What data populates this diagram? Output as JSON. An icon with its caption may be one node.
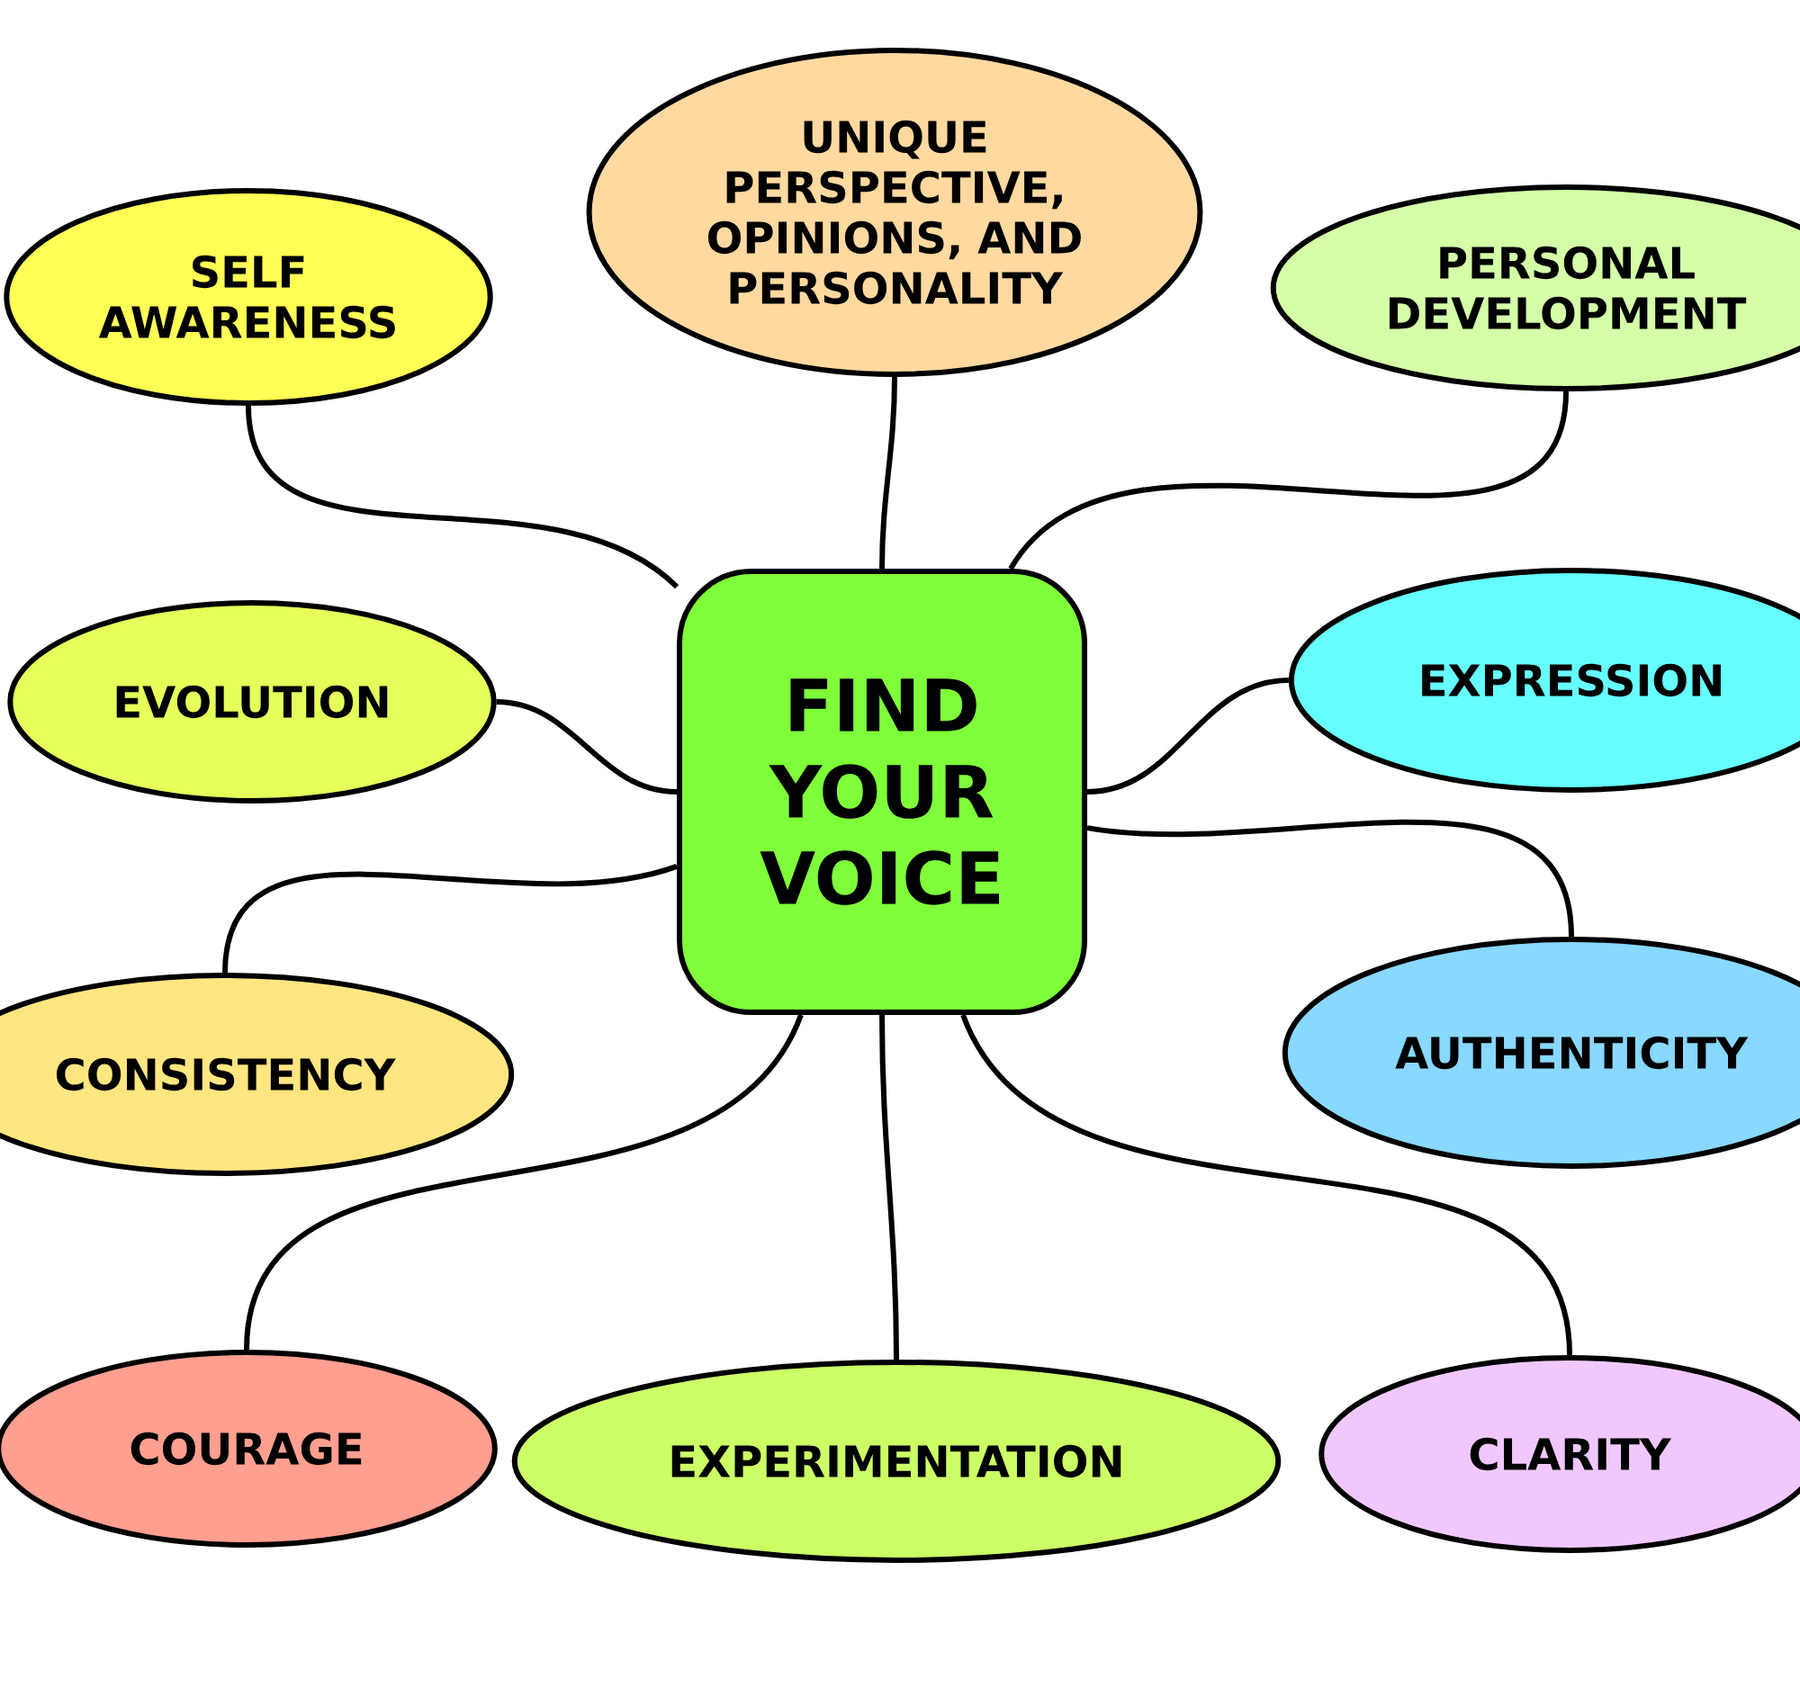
{
  "diagram": {
    "nodes": [
      {
        "text": [
          "FIND YOUR VOICE"
        ]
      },
      {
        "text": [
          "SELF AWARENESS"
        ]
      },
      {
        "text": [
          "UNIQUE PERSPECTIVE, OPINIONS, AND PERSONALITY"
        ]
      },
      {
        "text": [
          "PERSONAL DEVELOPMENT"
        ]
      },
      {
        "text": [
          "EVOLUTION"
        ]
      },
      {
        "text": [
          "EXPRESSION"
        ]
      },
      {
        "text": [
          "CONSISTENCY"
        ]
      },
      {
        "text": [
          "AUTHENTICITY"
        ]
      },
      {
        "text": [
          "COURAGE"
        ]
      },
      {
        "text": [
          "EXPERIMENTATION"
        ]
      },
      {
        "text": [
          "CLARITY"
        ]
      }
    ],
    "edges": [
      {
        "from": 0,
        "to": 1,
        "arrow": "none"
      },
      {
        "from": 0,
        "to": 2,
        "arrow": "none"
      },
      {
        "from": 0,
        "to": 3,
        "arrow": "none"
      },
      {
        "from": 0,
        "to": 4,
        "arrow": "none"
      },
      {
        "from": 0,
        "to": 5,
        "arrow": "none"
      },
      {
        "from": 0,
        "to": 6,
        "arrow": "none"
      },
      {
        "from": 0,
        "to": 7,
        "arrow": "none"
      },
      {
        "from": 0,
        "to": 8,
        "arrow": "none"
      },
      {
        "from": 0,
        "to": 9,
        "arrow": "none"
      },
      {
        "from": 0,
        "to": 10,
        "arrow": "none"
      }
    ]
  }
}
